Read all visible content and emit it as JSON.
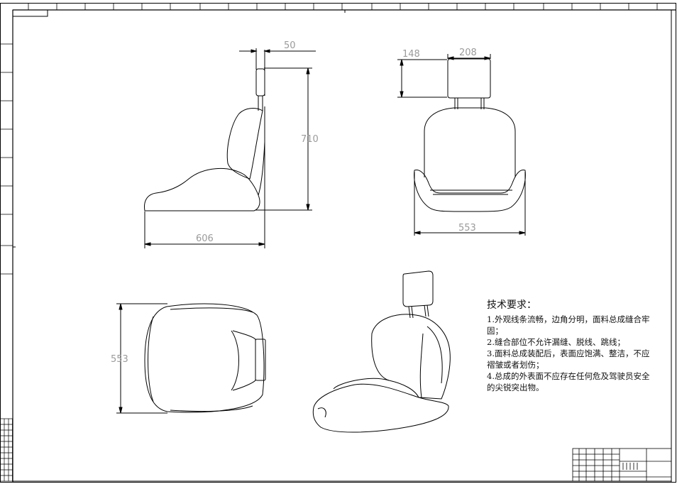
{
  "dimensions": {
    "headrest_thickness": "50",
    "total_height": "710",
    "side_depth": "606",
    "headrest_height": "148",
    "headrest_width": "208",
    "front_width": "553",
    "top_width": "553"
  },
  "notes": {
    "title": "技术要求：",
    "lines": [
      "1.外观线条流畅，边角分明，面料总成缝合牢固；",
      "2.缝合部位不允许漏缝、脱线、跳线；",
      "3.面料总成装配后，表面应饱满、整洁，不应褶皱或者划伤；",
      "4.总成的外表面不应存在任何危及驾驶员安全的尖锐突出物。"
    ]
  }
}
